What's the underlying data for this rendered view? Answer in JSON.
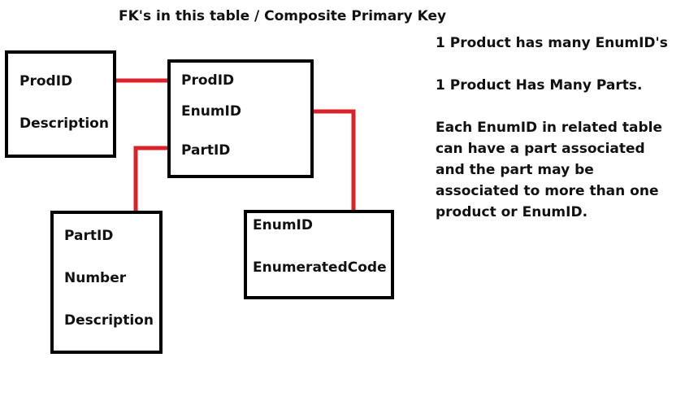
{
  "title": "FK's in this table / Composite Primary Key",
  "entities": {
    "product": {
      "fields": [
        "ProdID",
        "Description"
      ]
    },
    "junction": {
      "fields": [
        "ProdID",
        "EnumID",
        "PartID"
      ]
    },
    "part": {
      "fields": [
        "PartID",
        "Number",
        "Description"
      ]
    },
    "enum": {
      "fields": [
        "EnumID",
        "EnumeratedCode"
      ]
    }
  },
  "notes": {
    "line1": "1 Product has many EnumID's",
    "line2": "1 Product Has Many Parts.",
    "line3": [
      "Each EnumID in related table",
      "can have a part associated",
      "and the part may be",
      "associated to more than one",
      "product or EnumID."
    ]
  },
  "colors": {
    "box_border": "#000000",
    "link": "#d9222a",
    "text": "#111111"
  }
}
